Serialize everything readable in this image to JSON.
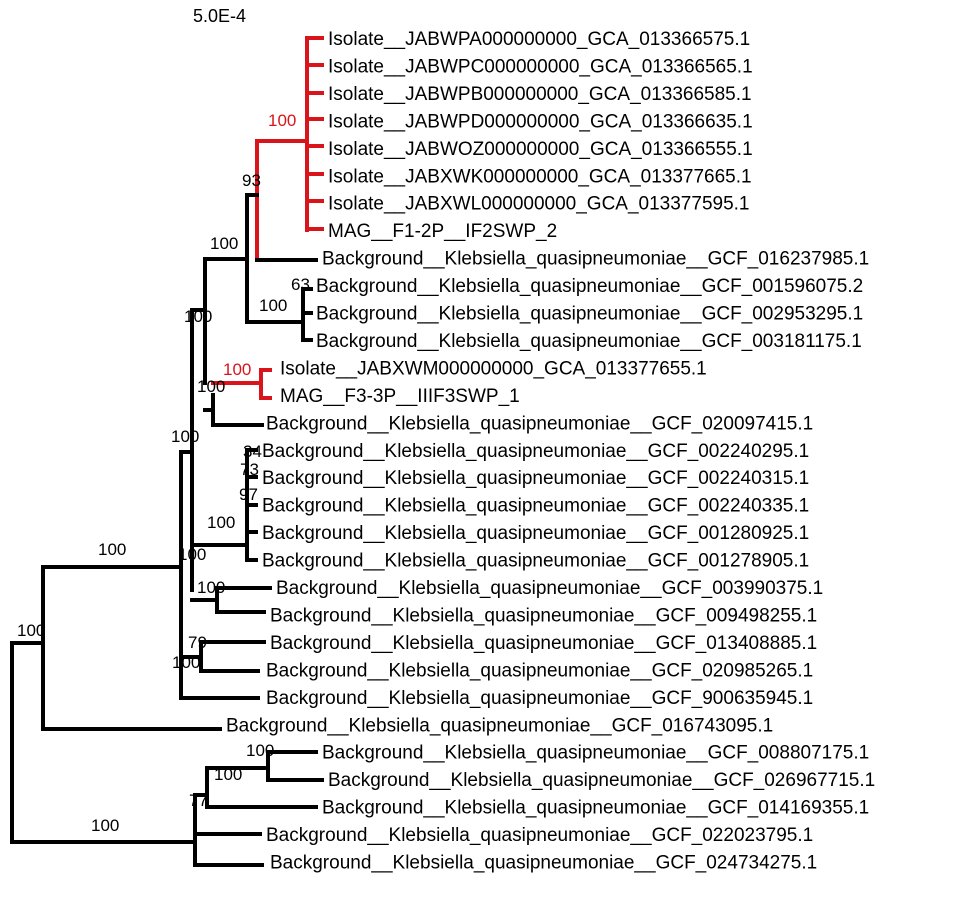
{
  "scale_label": "5.0E-4",
  "colors": {
    "branch": "#000000",
    "highlight": "#d9141b"
  },
  "tips": [
    {
      "id": "t1",
      "label": "Isolate__JABWPA000000000_GCA_013366575.1",
      "highlight": true
    },
    {
      "id": "t2",
      "label": "Isolate__JABWPC000000000_GCA_013366565.1",
      "highlight": true
    },
    {
      "id": "t3",
      "label": "Isolate__JABWPB000000000_GCA_013366585.1",
      "highlight": true
    },
    {
      "id": "t4",
      "label": "Isolate__JABWPD000000000_GCA_013366635.1",
      "highlight": true
    },
    {
      "id": "t5",
      "label": "Isolate__JABWOZ000000000_GCA_013366555.1",
      "highlight": true
    },
    {
      "id": "t6",
      "label": "Isolate__JABXWK000000000_GCA_013377665.1",
      "highlight": true
    },
    {
      "id": "t7",
      "label": "Isolate__JABXWL000000000_GCA_013377595.1",
      "highlight": true
    },
    {
      "id": "t8",
      "label": "MAG__F1-2P__IF2SWP_2",
      "highlight": true
    },
    {
      "id": "t9",
      "label": "Background__Klebsiella_quasipneumoniae__GCF_016237985.1",
      "highlight": false
    },
    {
      "id": "t10",
      "label": "Background__Klebsiella_quasipneumoniae__GCF_001596075.2",
      "highlight": false
    },
    {
      "id": "t11",
      "label": "Background__Klebsiella_quasipneumoniae__GCF_002953295.1",
      "highlight": false
    },
    {
      "id": "t12",
      "label": "Background__Klebsiella_quasipneumoniae__GCF_003181175.1",
      "highlight": false
    },
    {
      "id": "t13",
      "label": "Isolate__JABXWM000000000_GCA_013377655.1",
      "highlight": true
    },
    {
      "id": "t14",
      "label": "MAG__F3-3P__IIIF3SWP_1",
      "highlight": true
    },
    {
      "id": "t15",
      "label": "Background__Klebsiella_quasipneumoniae__GCF_020097415.1",
      "highlight": false
    },
    {
      "id": "t16",
      "label": "Background__Klebsiella_quasipneumoniae__GCF_002240295.1",
      "highlight": false
    },
    {
      "id": "t17",
      "label": "Background__Klebsiella_quasipneumoniae__GCF_002240315.1",
      "highlight": false
    },
    {
      "id": "t18",
      "label": "Background__Klebsiella_quasipneumoniae__GCF_002240335.1",
      "highlight": false
    },
    {
      "id": "t19",
      "label": "Background__Klebsiella_quasipneumoniae__GCF_001280925.1",
      "highlight": false
    },
    {
      "id": "t20",
      "label": "Background__Klebsiella_quasipneumoniae__GCF_001278905.1",
      "highlight": false
    },
    {
      "id": "t21",
      "label": "Background__Klebsiella_quasipneumoniae__GCF_003990375.1",
      "highlight": false
    },
    {
      "id": "t22",
      "label": "Background__Klebsiella_quasipneumoniae__GCF_009498255.1",
      "highlight": false
    },
    {
      "id": "t23",
      "label": "Background__Klebsiella_quasipneumoniae__GCF_013408885.1",
      "highlight": false
    },
    {
      "id": "t24",
      "label": "Background__Klebsiella_quasipneumoniae__GCF_020985265.1",
      "highlight": false
    },
    {
      "id": "t25",
      "label": "Background__Klebsiella_quasipneumoniae__GCF_900635945.1",
      "highlight": false
    },
    {
      "id": "t26",
      "label": "Background__Klebsiella_quasipneumoniae__GCF_016743095.1",
      "highlight": false
    },
    {
      "id": "t27",
      "label": "Background__Klebsiella_quasipneumoniae__GCF_008807175.1",
      "highlight": false
    },
    {
      "id": "t28",
      "label": "Background__Klebsiella_quasipneumoniae__GCF_026967715.1",
      "highlight": false
    },
    {
      "id": "t29",
      "label": "Background__Klebsiella_quasipneumoniae__GCF_014169355.1",
      "highlight": false
    },
    {
      "id": "t30",
      "label": "Background__Klebsiella_quasipneumoniae__GCF_022023795.1",
      "highlight": false
    },
    {
      "id": "t31",
      "label": "Background__Klebsiella_quasipneumoniae__GCF_024734275.1",
      "highlight": false
    }
  ],
  "support_values": [
    {
      "id": "n_red1",
      "value": "100",
      "highlight": true
    },
    {
      "id": "n_93",
      "value": "93",
      "highlight": false
    },
    {
      "id": "n_100a",
      "value": "100",
      "highlight": false
    },
    {
      "id": "n_63",
      "value": "63",
      "highlight": false
    },
    {
      "id": "n_100b",
      "value": "100",
      "highlight": false
    },
    {
      "id": "n_100c",
      "value": "100",
      "highlight": false
    },
    {
      "id": "n_red2",
      "value": "100",
      "highlight": true
    },
    {
      "id": "n_100d",
      "value": "100",
      "highlight": false
    },
    {
      "id": "n_100e",
      "value": "100",
      "highlight": false
    },
    {
      "id": "n_34",
      "value": "34",
      "highlight": false
    },
    {
      "id": "n_73",
      "value": "73",
      "highlight": false
    },
    {
      "id": "n_97",
      "value": "97",
      "highlight": false
    },
    {
      "id": "n_100f",
      "value": "100",
      "highlight": false
    },
    {
      "id": "n_100g",
      "value": "100",
      "highlight": false
    },
    {
      "id": "n_100h",
      "value": "100",
      "highlight": false
    },
    {
      "id": "n_79",
      "value": "79",
      "highlight": false
    },
    {
      "id": "n_100i",
      "value": "100",
      "highlight": false
    },
    {
      "id": "n_100j",
      "value": "100",
      "highlight": false
    },
    {
      "id": "n_100k",
      "value": "100",
      "highlight": false
    },
    {
      "id": "n_100l",
      "value": "100",
      "highlight": false
    },
    {
      "id": "n_100m",
      "value": "100",
      "highlight": false
    },
    {
      "id": "n_77",
      "value": "77",
      "highlight": false
    },
    {
      "id": "n_100n",
      "value": "100",
      "highlight": false
    }
  ]
}
